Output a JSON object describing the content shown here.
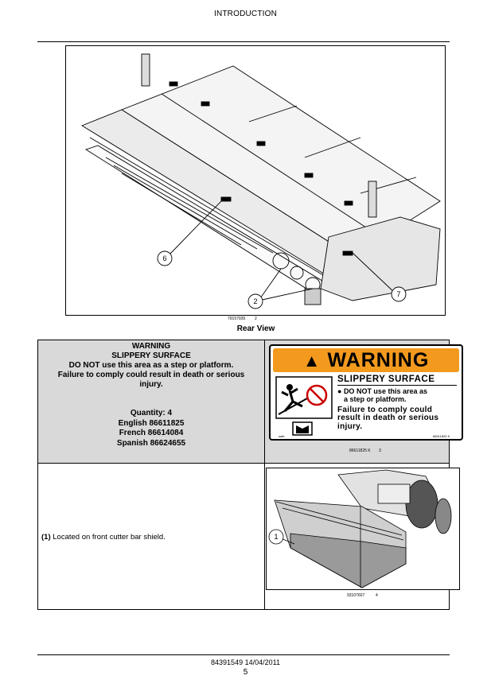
{
  "header": {
    "title": "INTRODUCTION"
  },
  "figure1": {
    "ref": "79157935",
    "number": "2",
    "caption": "Rear View",
    "callouts": [
      "6",
      "2",
      "7"
    ]
  },
  "warning_block": {
    "lines": [
      "WARNING",
      "SLIPPERY SURFACE",
      "DO NOT use this area as a step or platform.",
      "Failure to comply could result in death or serious",
      "injury."
    ],
    "quantity": "Quantity: 4",
    "parts": [
      "English 86611825",
      "French 86614084",
      "Spanish 86624655"
    ]
  },
  "decal": {
    "title": "WARNING",
    "subtitle": "SLIPPERY SURFACE",
    "bullet": "DO NOT use this area as",
    "bullet2": "a step or platform.",
    "consequence": [
      "Failure to comply could",
      "result in death or serious",
      "injury."
    ],
    "code_left": "safe",
    "code_right": "86611825 K",
    "ref": "86611825 K",
    "number": "3",
    "colors": {
      "header": "#f39a1e"
    }
  },
  "location": {
    "label_num": "(1)",
    "text": "Located on front cutter bar shield."
  },
  "figure2": {
    "ref": "93107607",
    "number": "4",
    "callouts": [
      "1"
    ]
  },
  "footer": {
    "doc": "84391549 14/04/2011",
    "page": "5"
  }
}
